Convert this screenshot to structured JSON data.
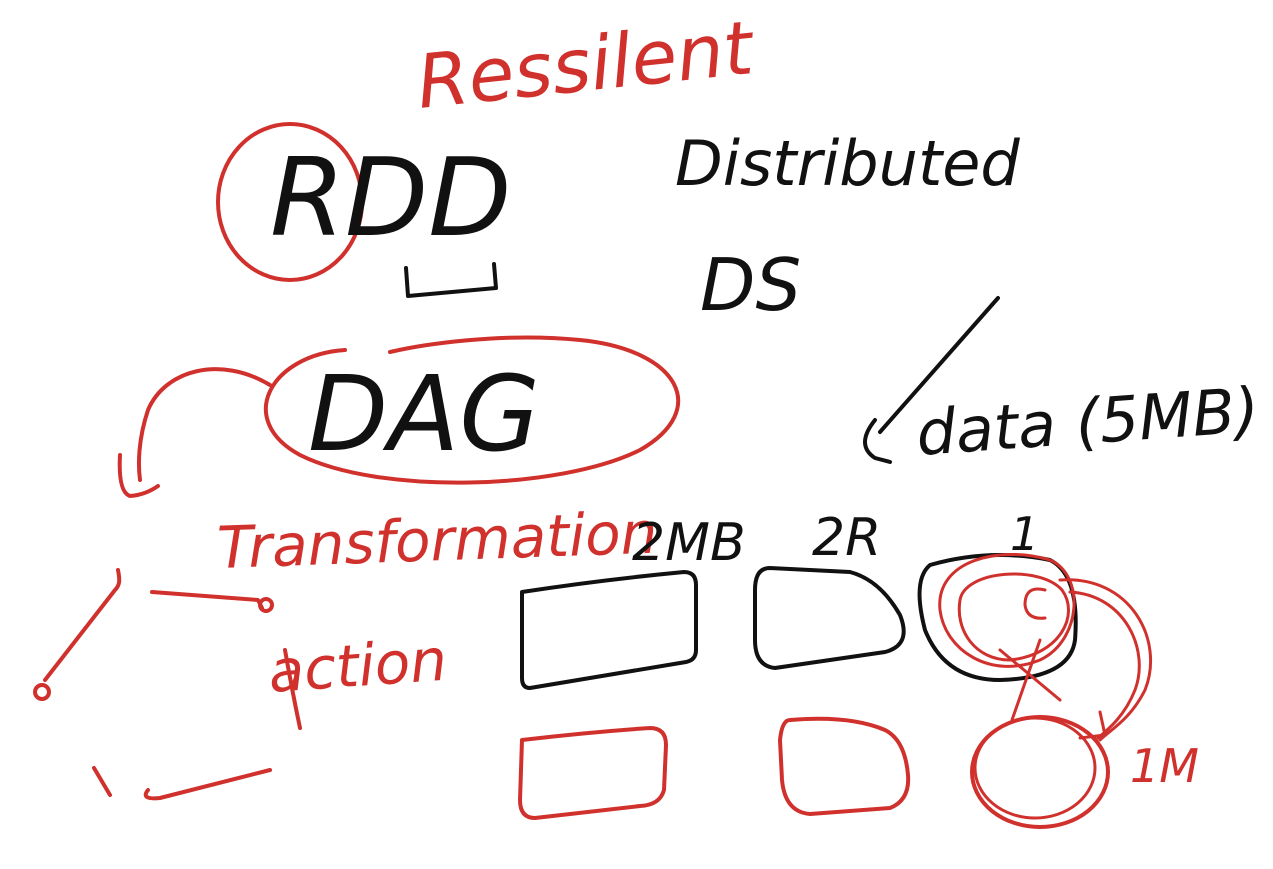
{
  "colors": {
    "black_ink": "#111111",
    "red_ink": "#d0312d",
    "background": "#ffffff"
  },
  "labels": {
    "resilient": "Ressilent",
    "rdd": "RDD",
    "distributed": "Distributed",
    "ds": "DS",
    "dag": "DAG",
    "data": "data (5MB)",
    "transformation": "Transformation",
    "action": "action",
    "block_1_size": "2MB",
    "block_2_size": "2R",
    "block_3_size": "1",
    "output_size": "1M"
  }
}
